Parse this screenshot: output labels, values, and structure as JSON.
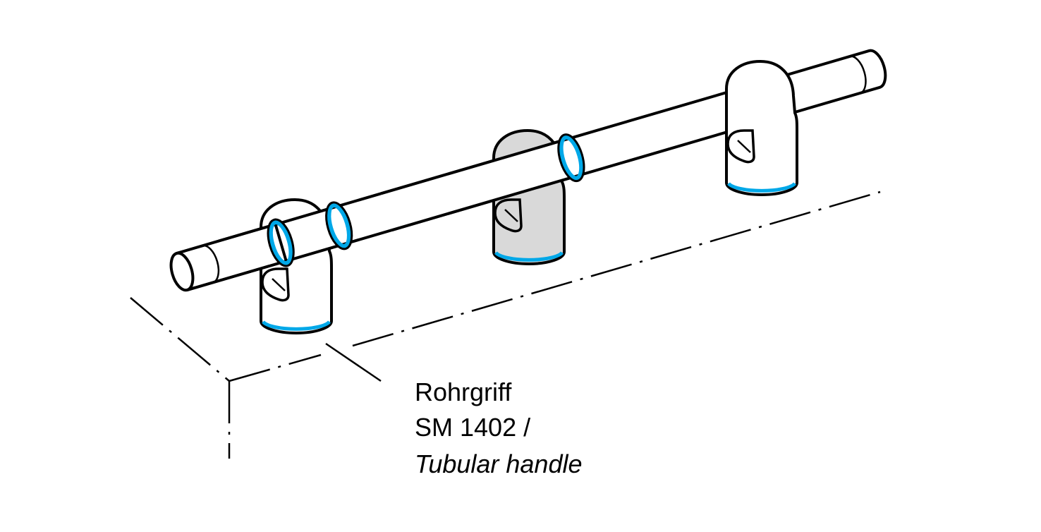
{
  "label": {
    "line1": "Rohrgriff",
    "line2": "SM 1402 /",
    "line3": "Tubular handle"
  },
  "colors": {
    "accent_ring": "#00a8e8",
    "highlight_fill": "#d9d9d9",
    "outline": "#000000"
  }
}
